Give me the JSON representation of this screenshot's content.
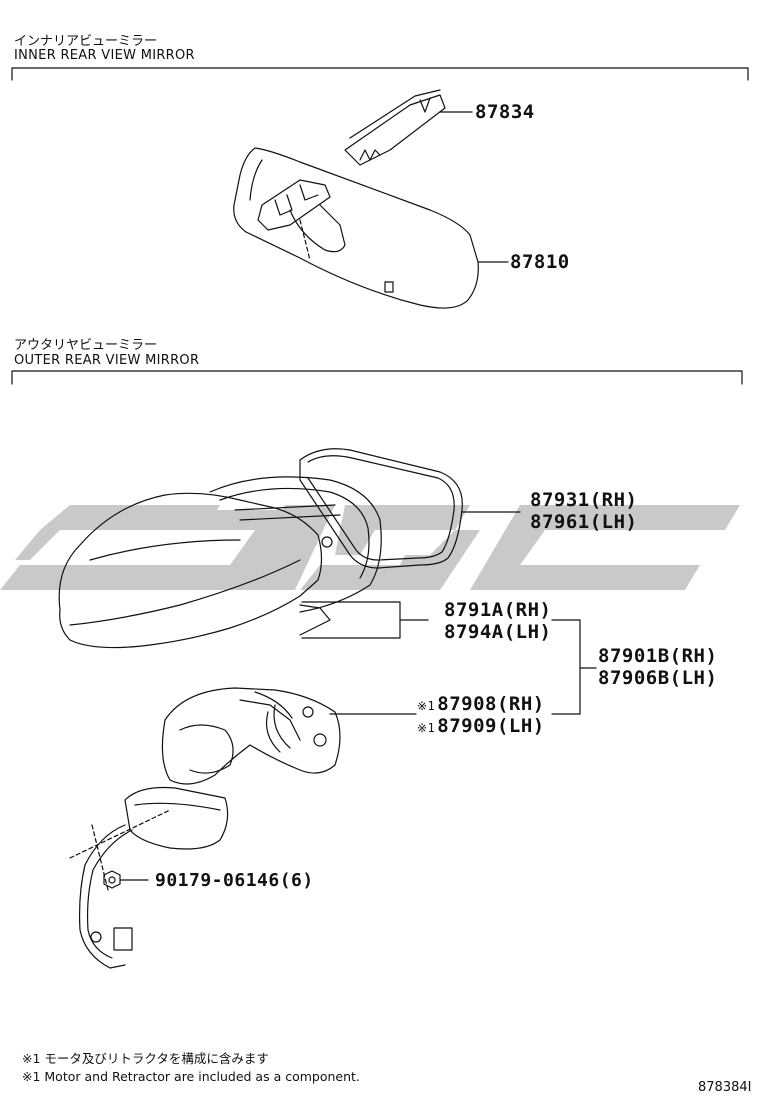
{
  "sections": {
    "inner": {
      "title_jp": "インナリアビューミラー",
      "title_en": "INNER REAR VIEW MIRROR"
    },
    "outer": {
      "title_jp": "アウタリヤビューミラー",
      "title_en": "OUTER REAR VIEW MIRROR"
    }
  },
  "parts": {
    "p87834": "87834",
    "p87810": "87810",
    "p87931": "87931(RH)",
    "p87961": "87961(LH)",
    "p8791a": "8791A(RH)",
    "p8794a": "8794A(LH)",
    "p87901b": "87901B(RH)",
    "p87906b": "87906B(LH)",
    "p87908": "87908(RH)",
    "p87909": "87909(LH)",
    "p90179": "90179-06146(6)"
  },
  "marker": "※1",
  "notes": {
    "jp": "※1 モータ及びリトラクタを構成に含みます",
    "en": "※1 Motor and Retractor are included as a component."
  },
  "diagram_code": "878384I",
  "watermark": {
    "color": "#c8c8c8"
  }
}
